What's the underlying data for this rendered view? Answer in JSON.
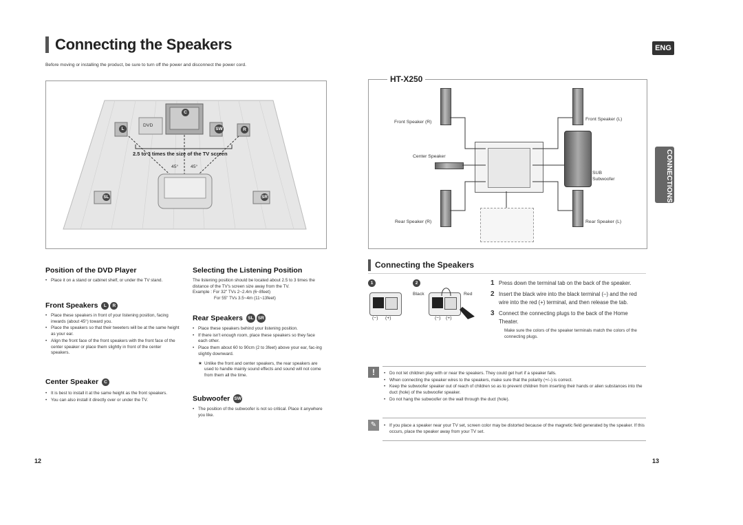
{
  "title": "Connecting the Speakers",
  "lang_badge": "ENG",
  "intro": "Before moving or installing the product, be sure to turn off the power and disconnect the power cord.",
  "diagram": {
    "dvd_label": "DVD",
    "c": "C",
    "l": "L",
    "sw": "SW",
    "r": "R",
    "sl": "SL",
    "sr": "SR",
    "distance_text": "2.5 to 3 times the size of the TV screen",
    "angle1": "45°",
    "angle2": "45°"
  },
  "model": {
    "name": "HT-X250",
    "front_r": "Front Speaker (R)",
    "front_l": "Front Speaker (L)",
    "center": "Center Speaker",
    "sub": "SUB",
    "subwoofer": "Subwoofer",
    "rear_r": "Rear Speaker (R)",
    "rear_l": "Rear Speaker (L)"
  },
  "dvd_player": {
    "heading": "Position of the DVD Player",
    "bullets": [
      "Place it on a stand or cabinet shelf, or under the TV stand."
    ]
  },
  "front": {
    "heading": "Front Speakers",
    "badge1": "L",
    "badge2": "R",
    "bullets": [
      "Place these speakers in front of your listening position, facing inwards (about 45°) toward you.",
      "Place the speakers so that their tweeters will be at the same height as your ear.",
      "Align the front face of the front speakers with the front face of the center speaker or place them slightly in front of the center speakers."
    ]
  },
  "center": {
    "heading": "Center Speaker",
    "badge": "C",
    "bullets": [
      "It is best to install it at the same height as the front speakers.",
      "You can also install it directly over or under the TV."
    ]
  },
  "listening": {
    "heading": "Selecting the Listening Position",
    "text": "The listening position should be located about 2.5 to 3 times the distance of the TV's screen size away from the TV.",
    "example1": "Example : For 32\" TVs 2~2.4m (6~8feet)",
    "example2": "For 55\" TVs 3.5~4m (11~13feet)"
  },
  "rear": {
    "heading": "Rear Speakers",
    "badge1": "SL",
    "badge2": "SR",
    "bullets": [
      "Place these speakers behind your listening position.",
      "If there isn't enough room, place these speakers so they face each other.",
      "Place them about 60 to 90cm (2 to 3feet) above your ear, fac-ing slightly downward."
    ],
    "note": "Unlike the front and center speakers, the rear speakers are used to handle mainly sound effects and sound will not come from them all the time."
  },
  "subwoofer": {
    "heading": "Subwoofer",
    "badge": "SW",
    "bullets": [
      "The position of the subwoofer is not so critical. Place it anywhere you like."
    ]
  },
  "side_tab": "CONNECTIONS",
  "section2": {
    "heading": "Connecting the Speakers",
    "n1": "1",
    "n2": "2",
    "black": "Black",
    "red": "Red",
    "minus": "(−)",
    "plus": "(+)",
    "steps": [
      {
        "num": "1",
        "text": "Press down the terminal tab on the back of the speaker."
      },
      {
        "num": "2",
        "text": "Insert the black wire into the black terminal (–) and the red wire into the red (+) terminal, and then release the tab."
      },
      {
        "num": "3",
        "text": "Connect the connecting plugs to the back of the Home Theater."
      }
    ],
    "step_note": "Make sure the colors of the speaker terminals match the colors of the connecting plugs."
  },
  "cautions": [
    "Do not let children play with or near the speakers. They could get hurt if a speaker falls.",
    "When connecting the speaker wires to the speakers, make sure that the polarity (+/–) is correct.",
    "Keep the subwoofer speaker out of reach of children so as to prevent children from inserting their hands or alien substances into the duct (hole) of the subwoofer speaker.",
    "Do not hang the subwoofer on the wall through the duct (hole)."
  ],
  "note": "If you place a speaker near your TV set, screen color may be distorted because of the magnetic field generated by the speaker. If this occurs, place the speaker away from your TV set.",
  "page_left": "12",
  "page_right": "13"
}
